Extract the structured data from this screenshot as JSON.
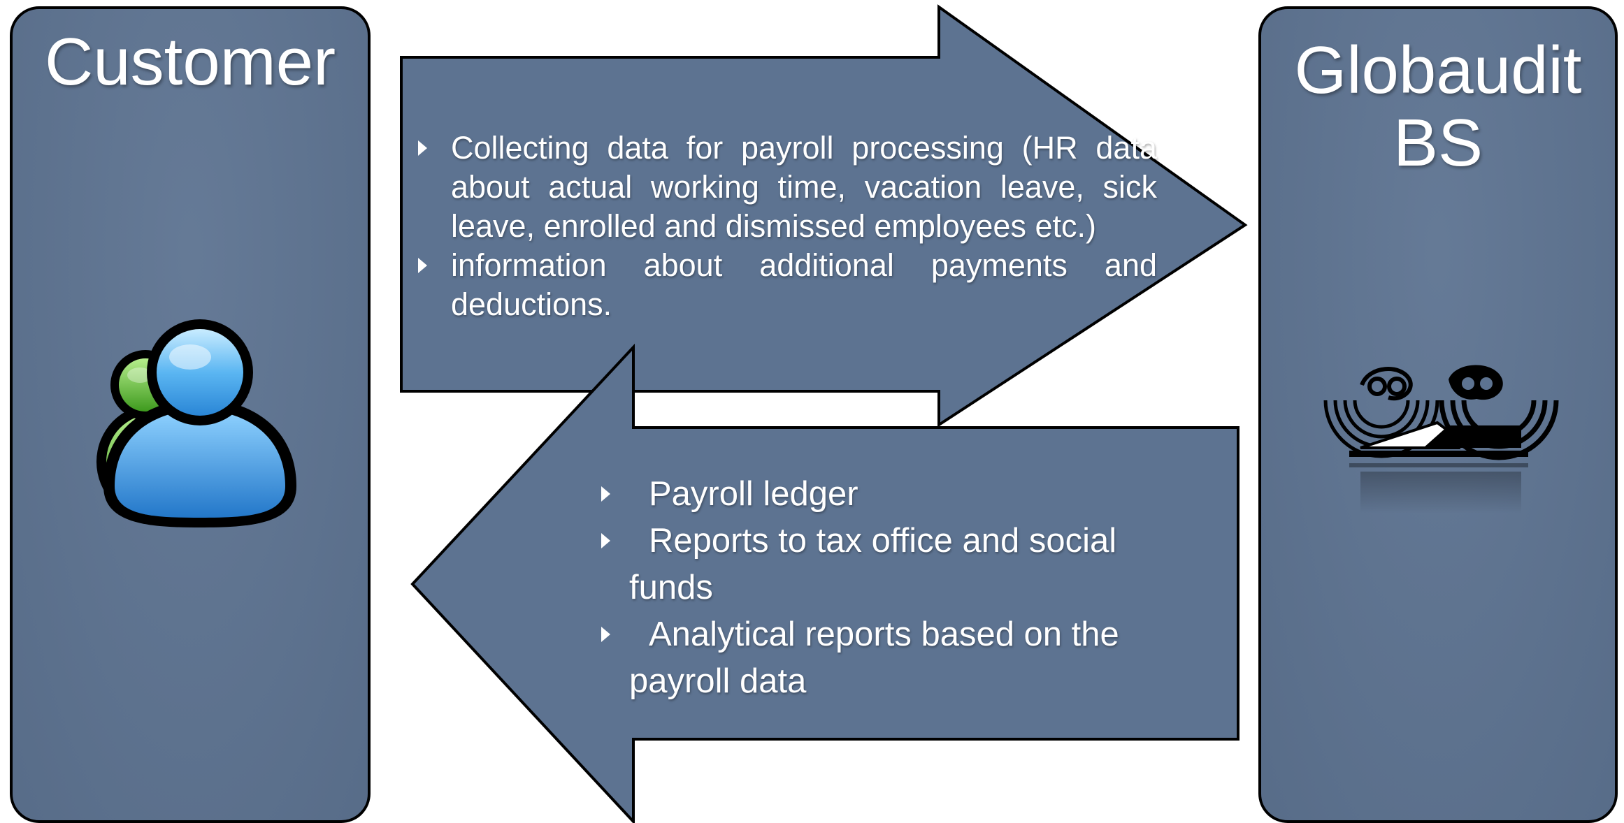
{
  "customer_panel": {
    "title": "Customer",
    "icon": "users-icon"
  },
  "globaudit_panel": {
    "title_line1": "Globaudit",
    "title_line2": "BS",
    "icon": "globaudit-logo"
  },
  "to_globaudit_arrow": {
    "items": [
      "Collecting data for payroll processing (HR data about actual working time, vacation leave, sick leave, enrolled and dismissed employees etc.)",
      "information about additional payments and deductions."
    ]
  },
  "to_customer_arrow": {
    "items": [
      "Payroll ledger",
      "Reports to tax office and social funds",
      "Analytical reports based on the payroll data"
    ]
  },
  "colors": {
    "panel_fill": "#5d7391",
    "outline": "#000000",
    "text": "#ffffff",
    "user_front": "#3d9be0",
    "user_back": "#5cb834"
  }
}
